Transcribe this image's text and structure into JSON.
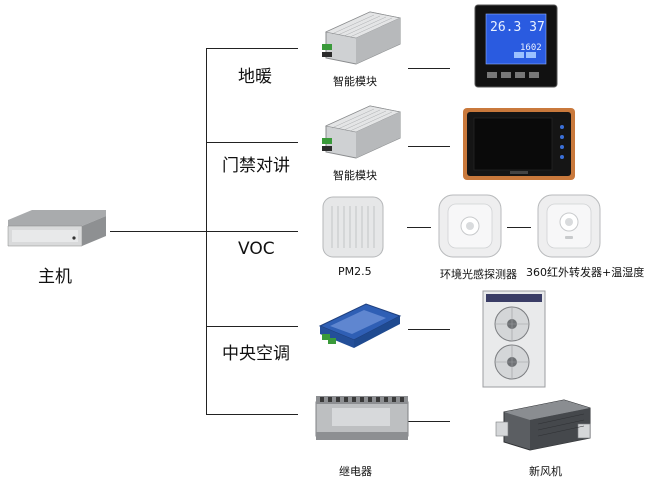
{
  "host": {
    "label": "主机"
  },
  "branches": [
    {
      "label": "地暖",
      "devices": [
        "智能模块"
      ]
    },
    {
      "label": "门禁对讲",
      "devices": [
        "智能模块"
      ]
    },
    {
      "label": "VOC",
      "devices": [
        "PM2.5",
        "环境光感探测器",
        "360红外转发器+温湿度"
      ]
    },
    {
      "label": "中央空调",
      "devices": []
    },
    {
      "label": "",
      "devices": [
        "继电器",
        "新风机"
      ]
    }
  ],
  "thermostat_display": {
    "line1": "26.3 37",
    "line2": "1602"
  },
  "colors": {
    "panel_bezel": "#111111",
    "lcd_blue": "#2a5be0",
    "intercom_frame": "#c9793c",
    "module_blue": "#2f5fb5"
  }
}
